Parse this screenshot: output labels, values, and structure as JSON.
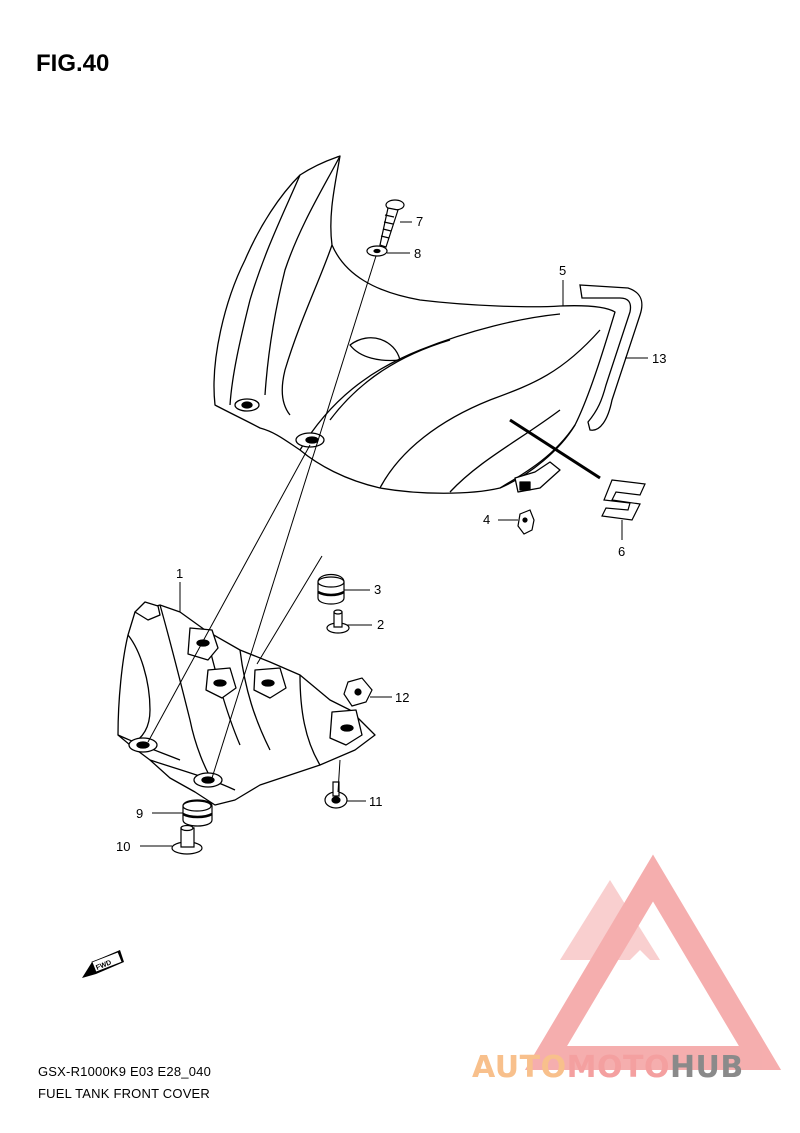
{
  "figure": {
    "title": "FIG.40"
  },
  "callouts": [
    {
      "id": "c1",
      "label": "1"
    },
    {
      "id": "c2",
      "label": "2"
    },
    {
      "id": "c3",
      "label": "3"
    },
    {
      "id": "c4",
      "label": "4"
    },
    {
      "id": "c5",
      "label": "5"
    },
    {
      "id": "c6",
      "label": "6"
    },
    {
      "id": "c7",
      "label": "7"
    },
    {
      "id": "c8",
      "label": "8"
    },
    {
      "id": "c9",
      "label": "9"
    },
    {
      "id": "c10",
      "label": "10"
    },
    {
      "id": "c11",
      "label": "11"
    },
    {
      "id": "c12",
      "label": "12"
    },
    {
      "id": "c13",
      "label": "13"
    }
  ],
  "fwd_marker": {
    "label": "FWD"
  },
  "caption": {
    "model_code": "GSX-R1000K9 E03 E28_040",
    "section_name": "FUEL TANK FRONT COVER"
  },
  "watermark": {
    "part_a": "AUTO",
    "part_b": "MOTO",
    "part_c": "HUB",
    "colors": {
      "auto": "#f8c08c",
      "moto": "#f4a0a0",
      "hub": "#8a8a8a",
      "logo": "#f29a9a"
    }
  }
}
